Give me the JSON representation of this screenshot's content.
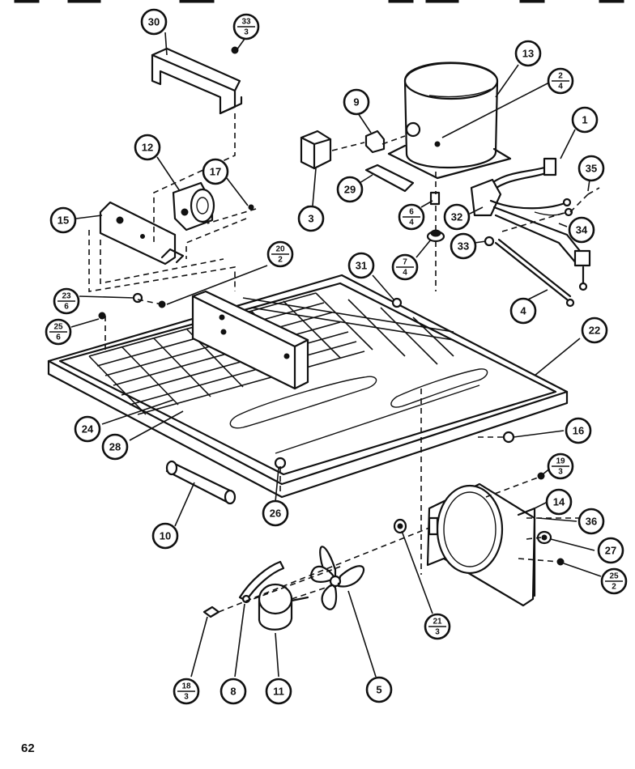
{
  "page_number": "62",
  "callouts": [
    {
      "id": "c30",
      "label": "30"
    },
    {
      "id": "c33-3",
      "top": "33",
      "bottom": "3"
    },
    {
      "id": "c12",
      "label": "12"
    },
    {
      "id": "c17",
      "label": "17"
    },
    {
      "id": "c15",
      "label": "15"
    },
    {
      "id": "c9",
      "label": "9"
    },
    {
      "id": "c13",
      "label": "13"
    },
    {
      "id": "c2-4",
      "top": "2",
      "bottom": "4"
    },
    {
      "id": "c1",
      "label": "1"
    },
    {
      "id": "c35",
      "label": "35"
    },
    {
      "id": "c3",
      "label": "3"
    },
    {
      "id": "c29",
      "label": "29"
    },
    {
      "id": "c6-4",
      "top": "6",
      "bottom": "4"
    },
    {
      "id": "c32",
      "label": "32"
    },
    {
      "id": "c34",
      "label": "34"
    },
    {
      "id": "c33",
      "label": "33"
    },
    {
      "id": "c7-4",
      "top": "7",
      "bottom": "4"
    },
    {
      "id": "c20-2",
      "top": "20",
      "bottom": "2"
    },
    {
      "id": "c31",
      "label": "31"
    },
    {
      "id": "c23-6",
      "top": "23",
      "bottom": "6"
    },
    {
      "id": "c25-6",
      "top": "25",
      "bottom": "6"
    },
    {
      "id": "c4",
      "label": "4"
    },
    {
      "id": "c22",
      "label": "22"
    },
    {
      "id": "c16",
      "label": "16"
    },
    {
      "id": "c24",
      "label": "24"
    },
    {
      "id": "c28",
      "label": "28"
    },
    {
      "id": "c19-3",
      "top": "19",
      "bottom": "3"
    },
    {
      "id": "c14",
      "label": "14"
    },
    {
      "id": "c36",
      "label": "36"
    },
    {
      "id": "c26",
      "label": "26"
    },
    {
      "id": "c10",
      "label": "10"
    },
    {
      "id": "c27",
      "label": "27"
    },
    {
      "id": "c25-2",
      "top": "25",
      "bottom": "2"
    },
    {
      "id": "c21-3",
      "top": "21",
      "bottom": "3"
    },
    {
      "id": "c18-3",
      "top": "18",
      "bottom": "3"
    },
    {
      "id": "c8",
      "label": "8"
    },
    {
      "id": "c11",
      "label": "11"
    },
    {
      "id": "c5",
      "label": "5"
    }
  ]
}
